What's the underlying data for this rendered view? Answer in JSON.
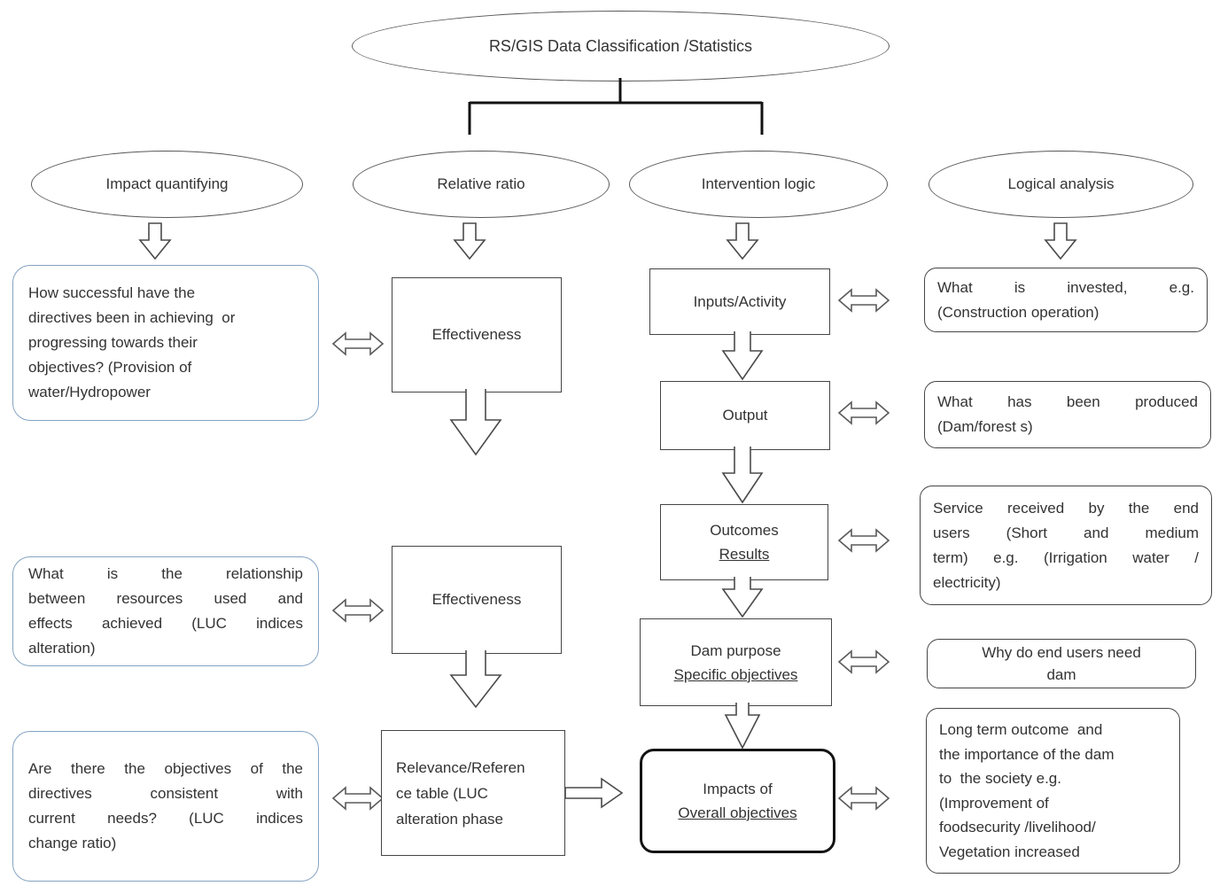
{
  "diagram": {
    "root": {
      "label": "RS/GIS Data Classification /Statistics"
    },
    "branches": [
      {
        "label": "Impact quantifying"
      },
      {
        "label": "Relative ratio"
      },
      {
        "label": "Intervention logic"
      },
      {
        "label": "Logical analysis"
      }
    ],
    "impact_column": {
      "q_success": {
        "justify": false,
        "lines": [
          "How successful have the",
          "directives been in achieving  or",
          "progressing towards their",
          "objectives? (Provision of",
          "water/Hydropower"
        ]
      },
      "q_relationship": {
        "justify": true,
        "lines": [
          "What is the relationship",
          "between resources used and",
          "effects achieved (LUC indices",
          "alteration)"
        ]
      },
      "q_consistent": {
        "justify": true,
        "lines": [
          "Are there the objectives of the",
          "directives consistent with",
          "current needs? (LUC indices",
          "change ratio)"
        ]
      }
    },
    "relative_column": {
      "effectiveness_1": "Effectiveness",
      "effectiveness_2": "Effectiveness",
      "relevance": {
        "justify": false,
        "lines": [
          "Relevance/Referen",
          "ce table (LUC",
          "alteration phase"
        ]
      }
    },
    "intervention_column": {
      "inputs": "Inputs/Activity",
      "output": "Output",
      "outcomes": {
        "line1": "Outcomes",
        "line2": "Results"
      },
      "dam_purpose": {
        "line1": "Dam purpose",
        "line2": "Specific objectives"
      },
      "impacts": {
        "line1": "Impacts of",
        "line2": "Overall objectives"
      }
    },
    "logical_column": {
      "invested": {
        "justify": true,
        "lines": [
          "What is invested, e.g.",
          "(Construction operation)"
        ]
      },
      "produced": {
        "justify": true,
        "lines": [
          "What has been produced",
          "(Dam/forest s)"
        ]
      },
      "service": {
        "justify": true,
        "lines": [
          "Service received by the end",
          "users (Short and medium",
          "term) e.g. (Irrigation water /",
          "electricity)"
        ]
      },
      "why_dam": {
        "justify": false,
        "lines": [
          "Why do end users need",
          "dam"
        ]
      },
      "long_term": {
        "justify": false,
        "lines": [
          "Long term outcome  and",
          "the importance of the dam",
          "to  the society e.g.",
          "(Improvement of",
          "foodsecurity /livelihood/",
          "Vegetation increased"
        ]
      }
    },
    "colors": {
      "blue_border": "#84a3c2",
      "box_border": "#454545",
      "text": "#333333"
    }
  }
}
